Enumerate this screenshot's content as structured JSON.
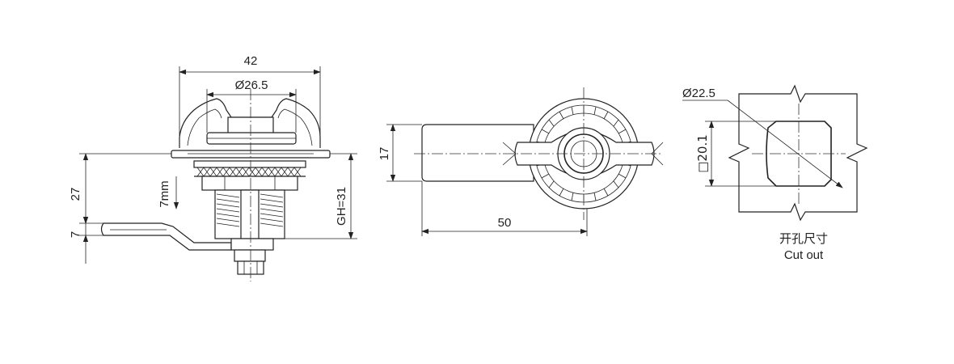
{
  "dimensions": {
    "width_overall": "42",
    "diameter_head": "Ø26.5",
    "height_body": "27",
    "height_tongue": "7",
    "offset_7mm": "7mm",
    "grip_height": "GH=31",
    "height_side": "17",
    "length_tongue": "50",
    "cutout_diameter": "Ø22.5",
    "cutout_flat": "□20.1"
  },
  "cutout_label": {
    "chinese": "开孔尺寸",
    "english": "Cut out"
  }
}
